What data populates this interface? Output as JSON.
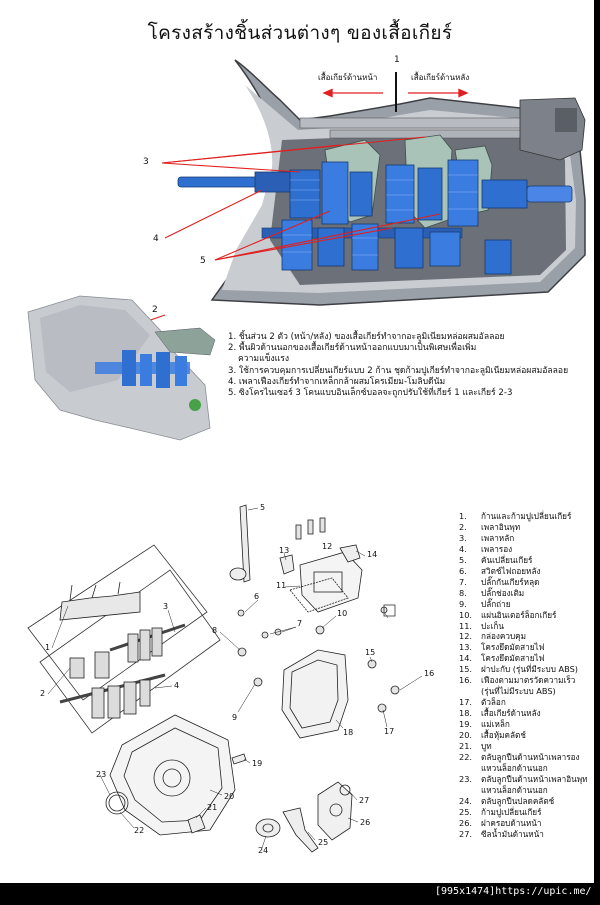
{
  "title": "โครงสร้างชิ้นส่วนต่างๆ ของเสื้อเกียร์",
  "upper_figure": {
    "front_case_label": "เสื้อเกียร์ด้านหน้า",
    "rear_case_label": "เสื้อเกียร์ด้านหลัง",
    "callouts": [
      "1",
      "2",
      "3",
      "4",
      "5"
    ]
  },
  "notes": [
    "1. ชิ้นส่วน 2 ตัว (หน้า/หลัง) ของเสื้อเกียร์ทำจากอะลูมิเนียมหล่อผสมอัลลอย",
    "2. พื้นผิวด้านนอกของเสื้อเกียร์ด้านหน้าออกแบบมาเป็นพิเศษเพื่อเพิ่ม",
    "    ความแข็งแรง",
    "3. ใช้การควบคุมการเปลี่ยนเกียร์แบบ 2 ก้าน ชุดก้ามปูเกียร์ทำจากอะลูมิเนียมหล่อผสมอัลลอย",
    "4. เพลาเฟืองเกียร์ทำจากเหล็กกล้าผสมโครเมียม-โมลิบดีนัม",
    "5. ซิงโครไนเซอร์ 3 โคนแบบอินเล็กซ์บอลจะถูกปรับใช้ที่เกียร์ 1 และเกียร์ 2-3"
  ],
  "exploded_callouts": [
    "1",
    "2",
    "3",
    "4",
    "5",
    "6",
    "7",
    "8",
    "9",
    "10",
    "11",
    "12",
    "13",
    "14",
    "15",
    "16",
    "17",
    "18",
    "19",
    "20",
    "21",
    "22",
    "23",
    "24",
    "25",
    "26",
    "27"
  ],
  "parts_list": [
    {
      "no": "1.",
      "name": "ก้านและก้ามปูเปลี่ยนเกียร์"
    },
    {
      "no": "2.",
      "name": "เพลาอินพุท"
    },
    {
      "no": "3.",
      "name": "เพลาหลัก"
    },
    {
      "no": "4.",
      "name": "เพลารอง"
    },
    {
      "no": "5.",
      "name": "คันเปลี่ยนเกียร์"
    },
    {
      "no": "6.",
      "name": "สวิตช์ไฟถอยหลัง"
    },
    {
      "no": "7.",
      "name": "ปลั๊กกันเกียร์หลุด"
    },
    {
      "no": "8.",
      "name": "ปลั๊กช่องเติม"
    },
    {
      "no": "9.",
      "name": "ปลั๊กถ่าย"
    },
    {
      "no": "10.",
      "name": "แผ่นอินเตอร์ล็อกเกียร์"
    },
    {
      "no": "11.",
      "name": "ปะเก็น"
    },
    {
      "no": "12.",
      "name": "กล่องควบคุม"
    },
    {
      "no": "13.",
      "name": "โครงยึดมัดสายไฟ"
    },
    {
      "no": "14.",
      "name": "โครงยึดมัดสายไฟ"
    },
    {
      "no": "15.",
      "name": "ฝาปะกับ (รุ่นที่มีระบบ ABS)"
    },
    {
      "no": "16.",
      "name": "เฟืองตามมาตรวัดความเร็ว"
    },
    {
      "no": "",
      "name": "(รุ่นที่ไม่มีระบบ ABS)"
    },
    {
      "no": "17.",
      "name": "ตัวล็อก"
    },
    {
      "no": "18.",
      "name": "เสื้อเกียร์ด้านหลัง"
    },
    {
      "no": "19.",
      "name": "แม่เหล็ก"
    },
    {
      "no": "20.",
      "name": "เสื้อหุ้มคลัตช์"
    },
    {
      "no": "21.",
      "name": "บูท"
    },
    {
      "no": "22.",
      "name": "ตลับลูกปืนด้านหน้าเพลารอง"
    },
    {
      "no": "",
      "name": "แหวนล็อกด้านนอก"
    },
    {
      "no": "23.",
      "name": "ตลับลูกปืนด้านหน้าเพลาอินพุท"
    },
    {
      "no": "",
      "name": "แหวนล็อกด้านนอก"
    },
    {
      "no": "24.",
      "name": "ตลับลูกปืนปลดคลัตช์"
    },
    {
      "no": "25.",
      "name": "ก้ามปูเปลี่ยนเกียร์"
    },
    {
      "no": "26.",
      "name": "ฝาครอบด้านหน้า"
    },
    {
      "no": "27.",
      "name": "ซีลน้ำมันด้านหน้า"
    }
  ],
  "footer": "[995x1474]https://upic.me/",
  "colors": {
    "gear_blue": "#2f6fd0",
    "case_grey": "#8a8f98",
    "arrow_red": "#e02020"
  }
}
